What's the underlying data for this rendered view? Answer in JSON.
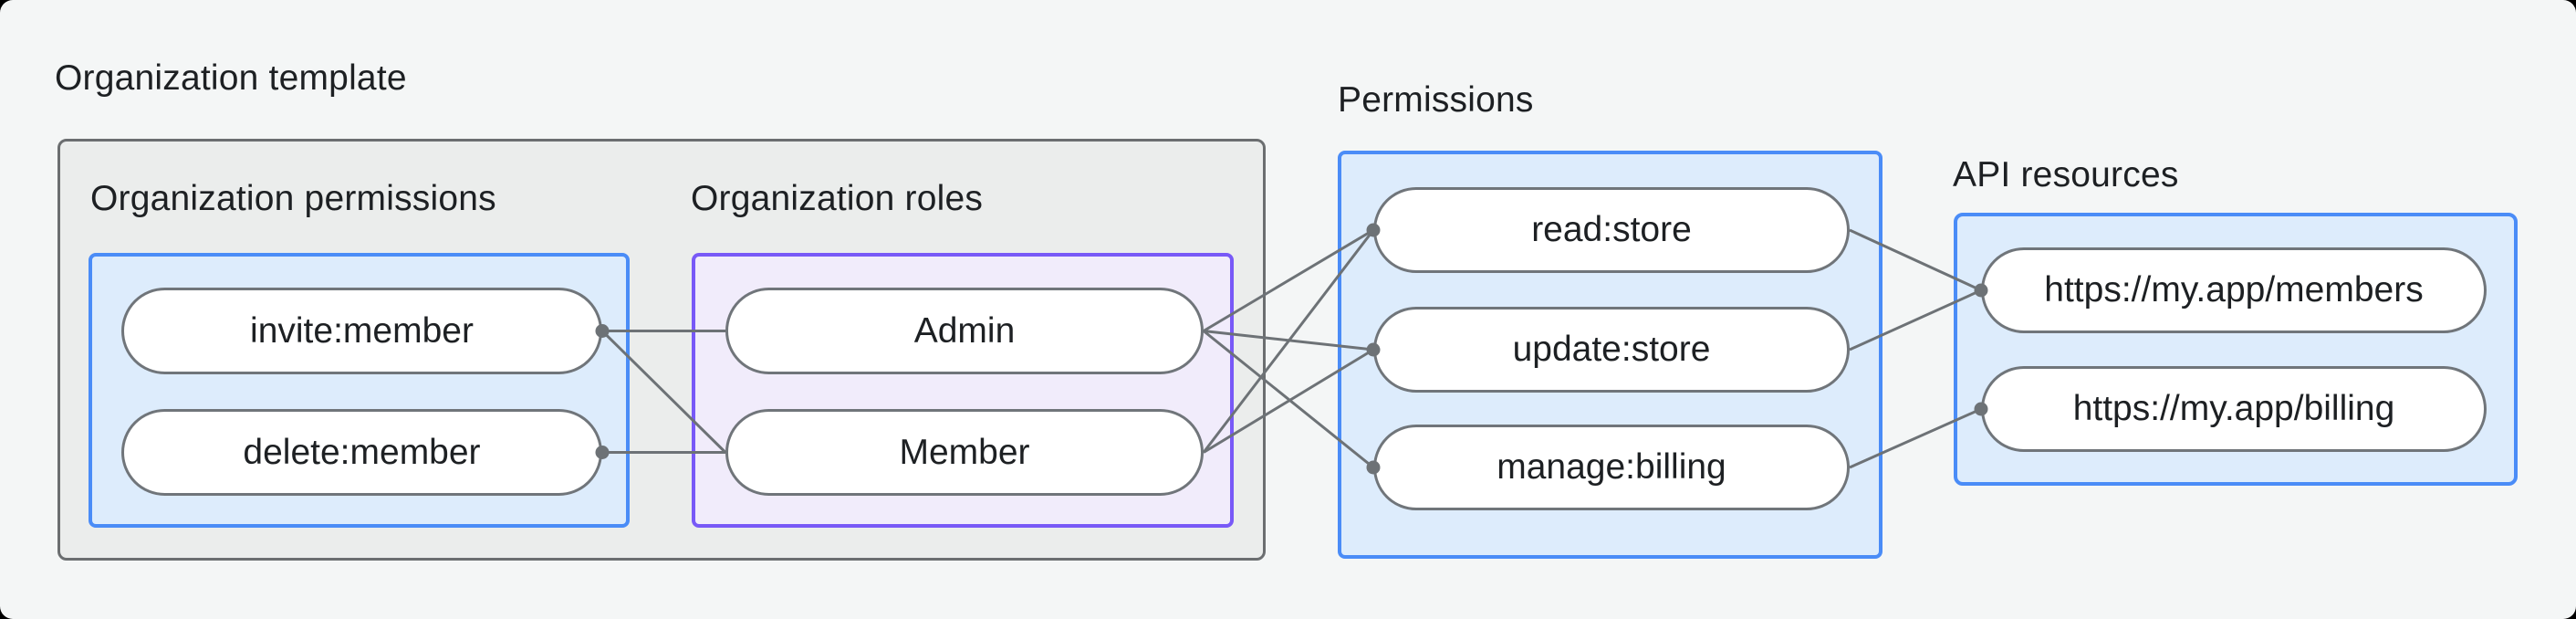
{
  "title": "Organization template",
  "groups": {
    "org_permissions": {
      "label": "Organization permissions",
      "items": [
        "invite:member",
        "delete:member"
      ]
    },
    "org_roles": {
      "label": "Organization roles",
      "items": [
        "Admin",
        "Member"
      ]
    },
    "permissions": {
      "label": "Permissions",
      "items": [
        "read:store",
        "update:store",
        "manage:billing"
      ]
    },
    "api_resources": {
      "label": "API resources",
      "items": [
        "https://my.app/members",
        "https://my.app/billing"
      ]
    }
  },
  "edges": [
    {
      "from": "perm-invite",
      "to": "role-admin"
    },
    {
      "from": "perm-invite",
      "to": "role-member"
    },
    {
      "from": "perm-delete",
      "to": "role-member"
    },
    {
      "from": "role-admin",
      "to": "scope-read"
    },
    {
      "from": "role-admin",
      "to": "scope-update"
    },
    {
      "from": "role-admin",
      "to": "scope-manage"
    },
    {
      "from": "role-member",
      "to": "scope-read"
    },
    {
      "from": "role-member",
      "to": "scope-update"
    },
    {
      "from": "scope-read",
      "to": "api-members"
    },
    {
      "from": "scope-update",
      "to": "api-members"
    },
    {
      "from": "scope-manage",
      "to": "api-billing"
    }
  ],
  "dots": [
    {
      "node": "perm-invite",
      "side": "right"
    },
    {
      "node": "perm-delete",
      "side": "right"
    },
    {
      "node": "scope-read",
      "side": "left"
    },
    {
      "node": "scope-update",
      "side": "left"
    },
    {
      "node": "scope-manage",
      "side": "left"
    },
    {
      "node": "api-members",
      "side": "left"
    },
    {
      "node": "api-billing",
      "side": "left"
    }
  ],
  "colors": {
    "card_bg": "#f4f6f6",
    "gray_box_fill": "#ebedec",
    "gray_box_border": "#6b6e70",
    "blue_box_fill": "#ddecfc",
    "blue_box_border": "#4a8cf7",
    "purple_box_fill": "#f1ecfb",
    "purple_box_border": "#7859f7",
    "pill_border": "#70757a",
    "edge_line": "#6d7276",
    "text": "#1d2023"
  }
}
